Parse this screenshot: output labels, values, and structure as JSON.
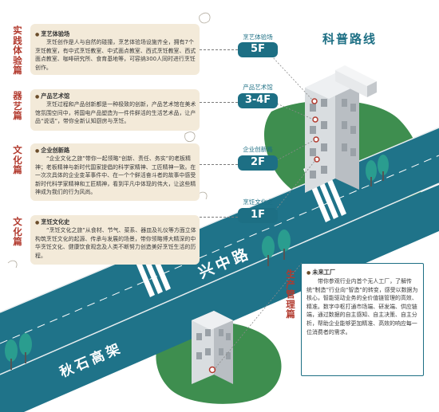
{
  "route_title": "科普路线",
  "sections": [
    {
      "id": "cook",
      "label": "实践体验篇",
      "title": "烹艺体验场",
      "body": "烹饪创作是人与自然的碰撞，烹艺体验场设施齐全，拥有7个烹饪教室，有中式烹饪教室、中式面点教室、西式烹饪教室、西式面点教室、咖啡研究所、食育基地等，可容纳300人同时进行烹饪创作。"
    },
    {
      "id": "product",
      "label": "器艺篇",
      "title": "产品艺术馆",
      "body": "烹饪过程和产品创新都是一种极致的创新，产品艺术馆在美术馆氛围空间中，将国电产品塑造为一件件鲜活的生活艺术品，让产品“说话”，带你全新认知厨房与烹饪。"
    },
    {
      "id": "enterprise",
      "label": "文化篇",
      "title": "企业创新路",
      "body": "“企业文化之旅”带你一起领略“创新、责任、务实”的老板精神；老板精神与新时代国家提倡的科学家精神、工匠精神一致。在一次次具体的企业变革事件中、在一个个鲜活奋斗者的故事中感受新时代科学家精神和工匠精神，看到平凡中体现的伟大，让这些精神成为我们的行为风尚。"
    },
    {
      "id": "history",
      "label": "文化篇",
      "title": "烹饪文化史",
      "body": "“烹饪文化之旅”从食材、节气、菜系、器皿及礼仪等方面立体构筑烹饪文化的起源、传承与发展的场景，带你领略博大精深的中华烹饪文化、健康饮食观念及人类不断努力创造美好烹饪生活的历程。"
    }
  ],
  "floors": [
    {
      "tag": "烹艺体验场",
      "number": "5F"
    },
    {
      "tag": "产品艺术馆",
      "number": "3-4F"
    },
    {
      "tag": "企业创新路",
      "number": "2F"
    },
    {
      "tag": "烹饪文化史",
      "number": "1F"
    }
  ],
  "roads": {
    "xingzhong": "兴中路",
    "qiushi": "秋石高架"
  },
  "future": {
    "label": "生产管理篇",
    "title": "未来工厂",
    "body": "带你参观行业内首个无人工厂，了解传统“制造”行业向“智造”的转变，感受以数据为核心，智能驱动业务的全价值链管理的高效、精准。数字中枢打通市场端、研发端、供应链端，通过数据的自主感知、自主决策、自主分析，帮助企业能够更加精准、高效的响应每一位消费者的需求。"
  },
  "colors": {
    "accent": "#1d6f84",
    "label_red": "#b23a2e",
    "card": "#f3ead9",
    "road": "#1f7389",
    "grass": "#3e8e4f"
  }
}
